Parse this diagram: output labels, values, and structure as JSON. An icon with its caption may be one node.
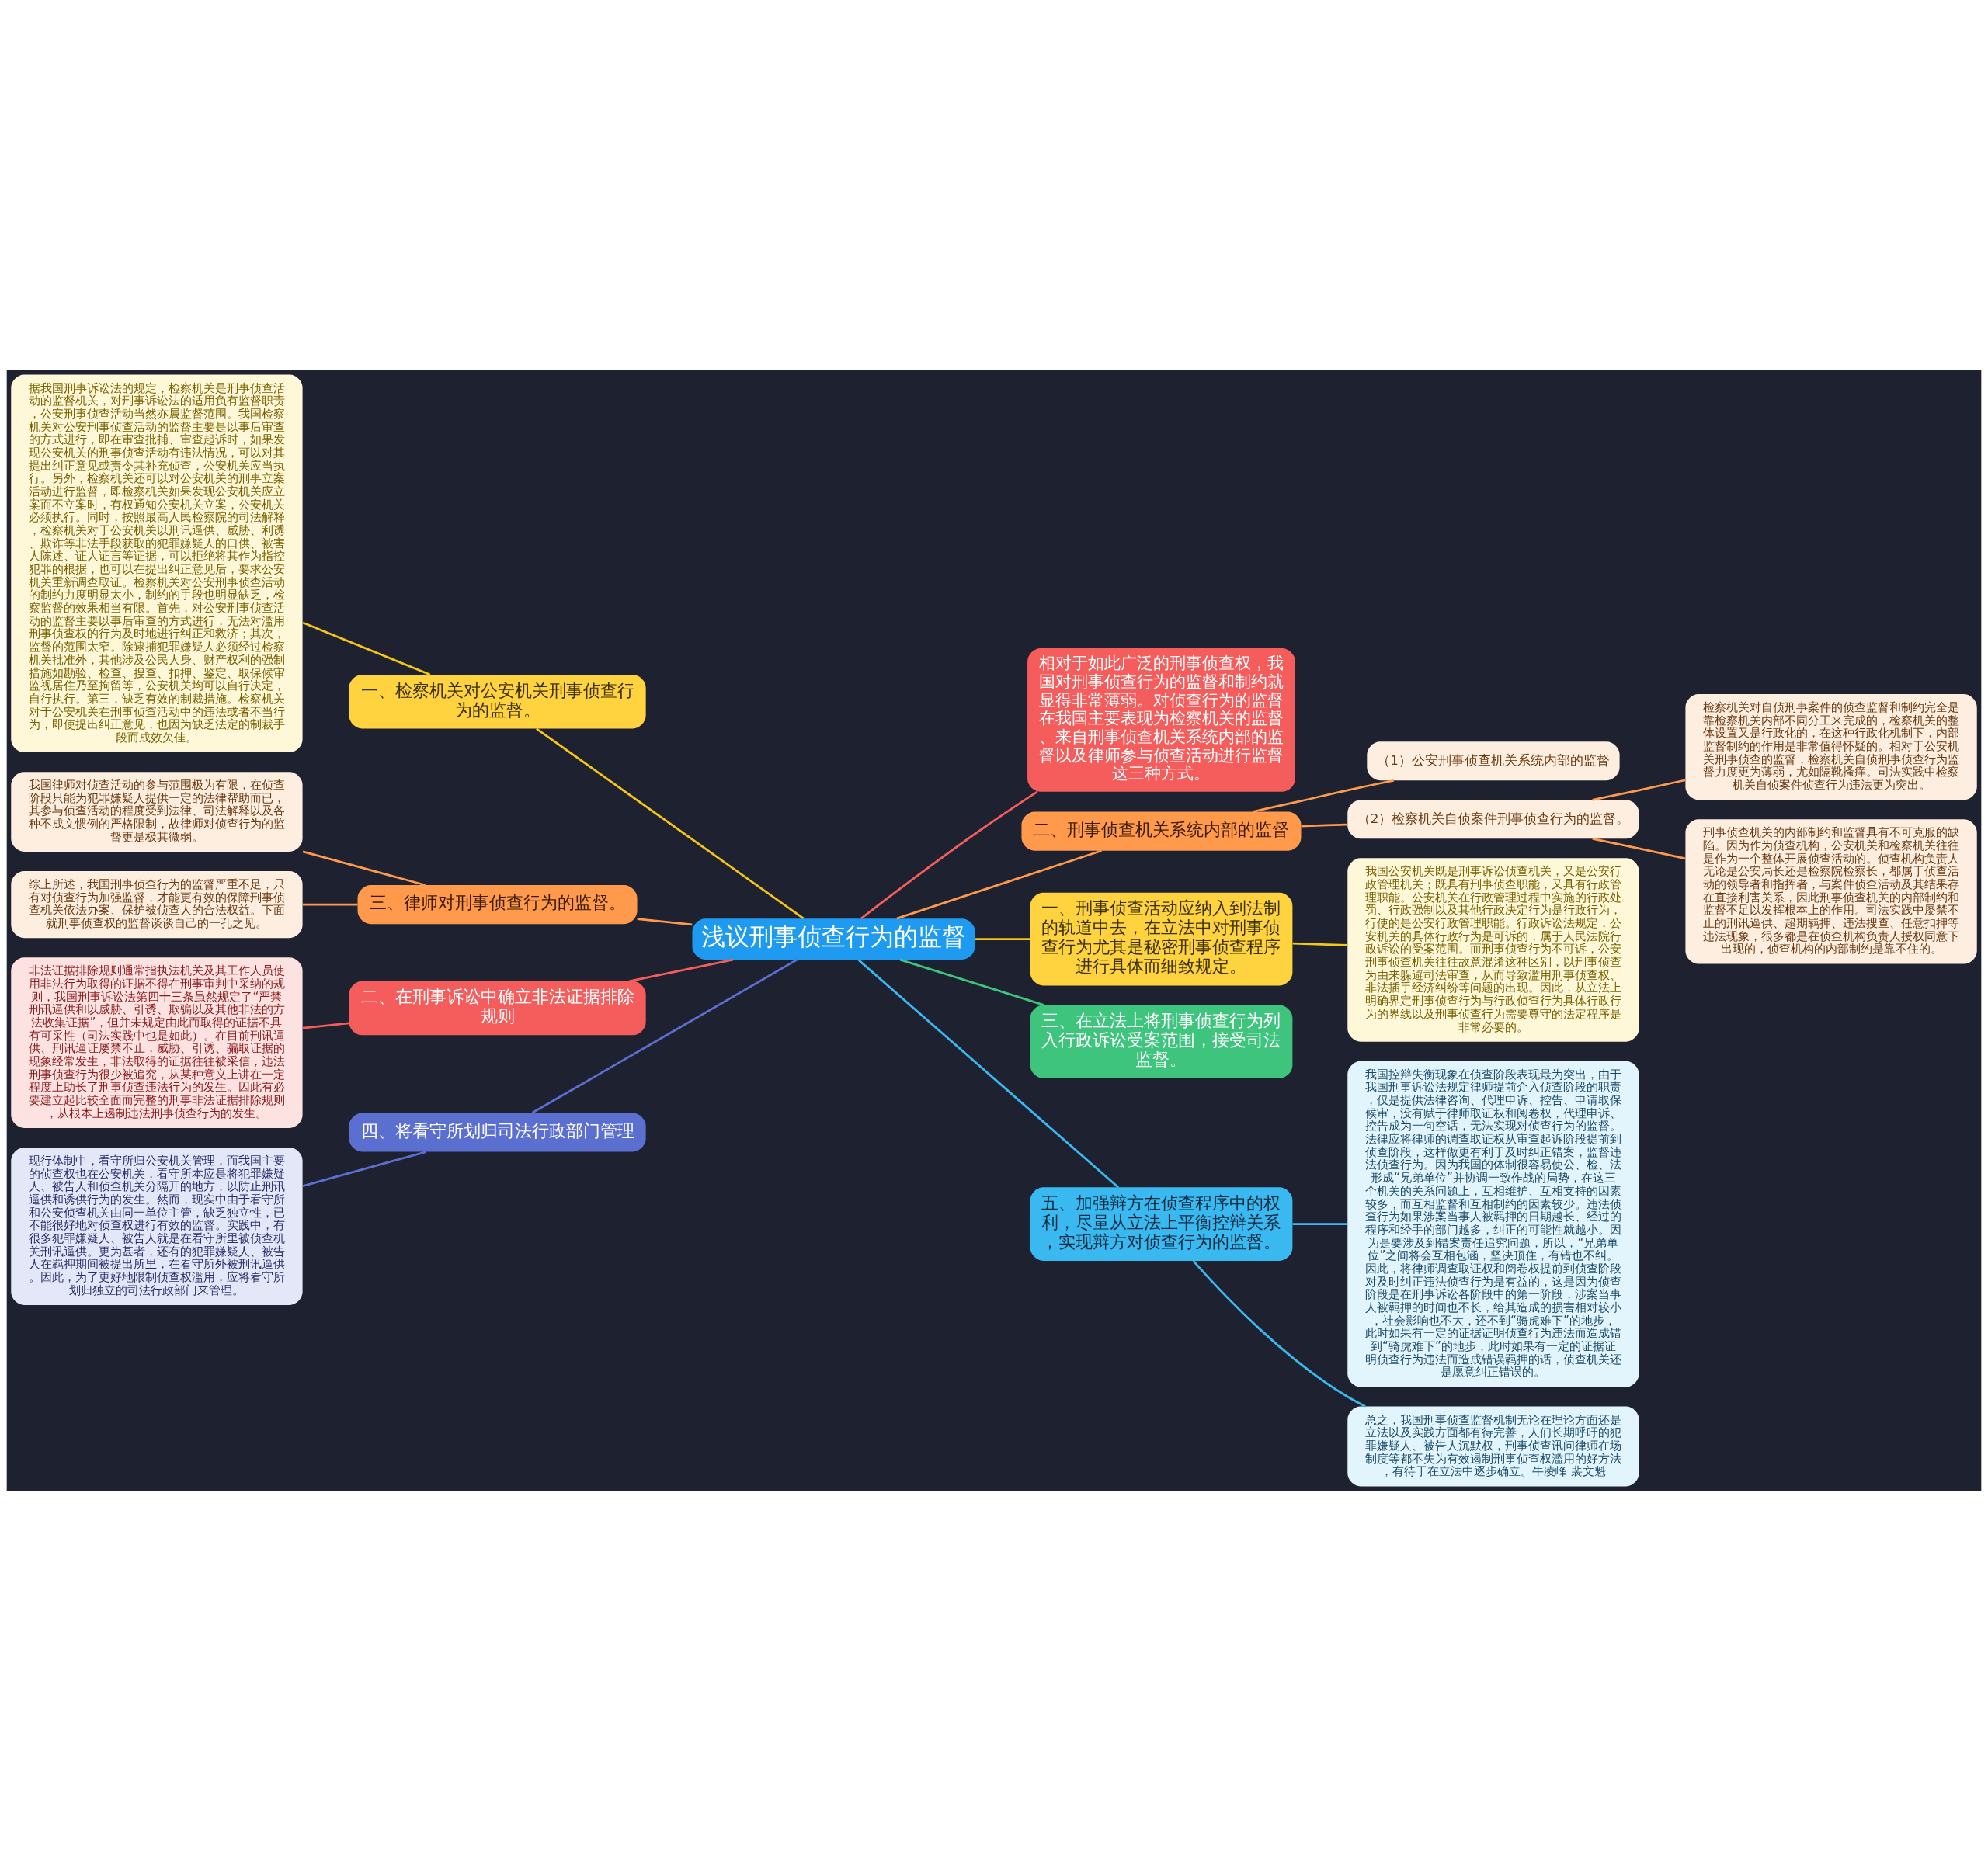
{
  "diagram": {
    "nodes": [
      {
        "text": [
          "浅议刑事侦查行为的监督"
        ]
      },
      {
        "text": [
          "一、检察机关对公安机关刑事侦查行为的监督。"
        ]
      },
      {
        "text": [
          "据我国刑事诉讼法的规定，检察机关是刑事侦查活动的监督机关，对刑事诉讼法的适用负有监督职责，公安刑事侦查活动当然亦属监督范围。我国检察机关对公安刑事侦查活动的监督主要是以事后审查的方式进行，即在审查批捕、审查起诉时，如果发现公安机关的刑事侦查活动有违法情况，可以对其提出纠正意见或责令其补充侦查，公安机关应当执行。另外，检察机关还可以对公安机关的刑事立案活动进行监督，即检察机关如果发现公安机关应立案而不立案时，有权通知公安机关立案，公安机关必须执行。同时，按照最高人民检察院的司法解释，检察机关对于公安机关以刑讯逼供、威胁、利诱、欺诈等非法手段获取的犯罪嫌疑人的口供、被害人陈述、证人证言等证据，可以拒绝将其作为指控犯罪的根据，也可以在提出纠正意见后，要求公安机关重新调查取证。检察机关对公安刑事侦查活动的制约力度明显太小，制约的手段也明显缺乏，检察监督的效果相当有限。首先，对公安刑事侦查活动的监督主要以事后审查的方式进行，无法对滥用刑事侦查权的行为及时地进行纠正和救济；其次，监督的范围太窄。除逮捕犯罪嫌疑人必须经过检察机关批准外，其他涉及公民人身、财产权利的强制措施如勘验、检查、搜查、扣押、鉴定、取保候审监视居住乃至拘留等，公安机关均可以自行决定，自行执行。第三，缺乏有效的制裁措施。检察机关对于公安机关在刑事侦查活动中的违法或者不当行为，即使提出纠正意见，也因为缺乏法定的制裁手段而成效欠佳。"
        ]
      },
      {
        "text": [
          "三、律师对刑事侦查行为的监督。"
        ]
      },
      {
        "text": [
          "我国律师对侦查活动的参与范围极为有限，在侦查阶段只能为犯罪嫌疑人提供一定的法律帮助而已，其参与侦查活动的程度受到法律、司法解释以及各种不成文惯例的严格限制，故律师对侦查行为的监督更是极其微弱。"
        ]
      },
      {
        "text": [
          "综上所述，我国刑事侦查行为的监督严重不足，只有对侦查行为加强监督，才能更有效的保障刑事侦查机关依法办案、保护被侦查人的合法权益。下面就刑事侦查权的监督谈谈自己的一孔之见。"
        ]
      },
      {
        "text": [
          "二、在刑事诉讼中确立非法证据排除规则"
        ]
      },
      {
        "text": [
          "非法证据排除规则通常指执法机关及其工作人员使用非法行为取得的证据不得在刑事审判中采纳的规则，我国刑事诉讼法第四十三条虽然规定了“严禁刑讯逼供和以威胁、引诱、欺骗以及其他非法的方法收集证据”，但并未规定由此而取得的证据不具有可采性（司法实践中也是如此）。在目前刑讯逼供、刑讯逼证屡禁不止，威胁、引诱、骗取证据的现象经常发生，非法取得的证据往往被采信，违法刑事侦查行为很少被追究，从某种意义上讲在一定程度上助长了刑事侦查违法行为的发生。因此有必要建立起比较全面而完整的刑事非法证据排除规则，从根本上遏制违法刑事侦查行为的发生。"
        ]
      },
      {
        "text": [
          "四、将看守所划归司法行政部门管理"
        ]
      },
      {
        "text": [
          "现行体制中，看守所归公安机关管理，而我国主要的侦查权也在公安机关，看守所本应是将犯罪嫌疑人、被告人和侦查机关分隔开的地方，以防止刑讯逼供和诱供行为的发生。然而，现实中由于看守所和公安侦查机关由同一单位主管，缺乏独立性，已不能很好地对侦查权进行有效的监督。实践中，有很多犯罪嫌疑人、被告人就是在看守所里被侦查机关刑讯逼供。更为甚者，还有的犯罪嫌疑人、被告人在羁押期间被提出所里，在看守所外被刑讯逼供。因此，为了更好地限制侦查权滥用，应将看守所划归独立的司法行政部门来管理。"
        ]
      },
      {
        "text": [
          "相对于如此广泛的刑事侦查权，我国对刑事侦查行为的监督和制约就显得非常薄弱。对侦查行为的监督在我国主要表现为检察机关的监督、来自刑事侦查机关系统内部的监督以及律师参与侦查活动进行监督这三种方式。"
        ]
      },
      {
        "text": [
          "二、刑事侦查机关系统内部的监督"
        ]
      },
      {
        "text": [
          "（1）公安刑事侦查机关系统内部的监督"
        ]
      },
      {
        "text": [
          "（2）检察机关自侦案件刑事侦查行为的监督。"
        ]
      },
      {
        "text": [
          "检察机关对自侦刑事案件的侦查监督和制约完全是靠检察机关内部不同分工来完成的，检察机关的整体设置又是行政化的，在这种行政化机制下，内部监督制约的作用是非常值得怀疑的。相对于公安机关刑事侦查的监督，检察机关自侦刑事侦查行为监督力度更为薄弱，尤如隔靴搔痒。司法实践中检察机关自侦案件侦查行为违法更为突出。"
        ]
      },
      {
        "text": [
          "刑事侦查机关的内部制约和监督具有不可克服的缺陷。因为作为侦查机构，公安机关和检察机关往往是作为一个整体开展侦查活动的。侦查机构负责人无论是公安局长还是检察院检察长，都属于侦查活动的领导者和指挥者，与案件侦查活动及其结果存在直接利害关系，因此刑事侦查机关的内部制约和监督不足以发挥根本上的作用。司法实践中屡禁不止的刑讯逼供、超期羁押、违法搜查、任意扣押等违法现象，很多都是在侦查机构负责人授权同意下出现的，侦查机构的内部制约是靠不住的。"
        ]
      },
      {
        "text": [
          "一、刑事侦查活动应纳入到法制的轨道中去，在立法中对刑事侦查行为尤其是秘密刑事侦查程序进行具体而细致规定。"
        ]
      },
      {
        "text": [
          "我国公安机关既是刑事诉讼侦查机关，又是公安行政管理机关；既具有刑事侦查职能，又具有行政管理职能。公安机关在行政管理过程中实施的行政处罚、行政强制以及其他行政决定行为是行政行为，行使的是公安行政管理职能。行政诉讼法规定，公安机关的具体行政行为是可诉的，属于人民法院行政诉讼的受案范围。而刑事侦查行为不可诉，公安刑事侦查机关往往故意混淆这种区别，以刑事侦查为由来躲避司法审查，从而导致滥用刑事侦查权、非法插手经济纠纷等问题的出现。因此，从立法上明确界定刑事侦查行为与行政侦查行为具体行政行为的界线以及刑事侦查行为需要尊守的法定程序是非常必要的。"
        ]
      },
      {
        "text": [
          "三、在立法上将刑事侦查行为列入行政诉讼受案范围，接受司法监督。"
        ]
      },
      {
        "text": [
          "五、加强辩方在侦查程序中的权利，尽量从立法上平衡控辩关系，实现辩方对侦查行为的监督。"
        ]
      },
      {
        "text": [
          "我国控辩失衡现象在侦查阶段表现最为突出，由于我国刑事诉讼法规定律师提前介入侦查阶段的职责，仅是提供法律咨询、代理申诉、控告、申请取保候审，没有赋于律师取证权和阅卷权，代理申诉、控告成为一句空话，无法实现对侦查行为的监督。法律应将律师的调查取证权从审查起诉阶段提前到侦查阶段，这样做更有利于及时纠正错案，监督违法侦查行为。因为我国的体制很容易使公、检、法形成“兄弟单位”并协调一致作战的局势，在这三个机关的关系问题上，互相维护、互相支持的因素较多，而互相监督和互相制约的因素较少。违法侦查行为如果涉案当事人被羁押的日期越长、经过的程序和经手的部门越多，纠正的可能性就越小。因为是要涉及到错案责任追究问题，所以，“兄弟单位”之间将会互相包涵，坚决顶住，有错也不纠。因此，将律师调查取证权和阅卷权提前到侦查阶段对及时纠正违法侦查行为是有益的，这是因为侦查阶段是在刑事诉讼各阶段中的第一阶段，涉案当事人被羁押的时间也不长，给其造成的损害相对较小，社会影响也不大，还不到“骑虎难下”的地步，此时如果有一定的证据证明侦查行为违法而造成错到“骑虎难下”的地步，此时如果有一定的证据证明侦查行为违法而造成错误羁押的话，侦查机关还是愿意纠正错误的。"
        ]
      },
      {
        "text": [
          "总之，我国刑事侦查监督机制无论在理论方面还是立法以及实践方面都有待完善，人们长期呼吁的犯罪嫌疑人、被告人沉默权，刑事侦查讯问律师在场制度等都不失为有效遏制刑事侦查权滥用的好方法，有待于在立法中逐步确立。牛凌峰 裴文魁"
        ]
      }
    ],
    "edges": [
      {
        "from": 0,
        "to": 1,
        "arrow": "none",
        "color": "#f5c518"
      },
      {
        "from": 1,
        "to": 2,
        "arrow": "none",
        "color": "#f5c518"
      },
      {
        "from": 0,
        "to": 3,
        "arrow": "none",
        "color": "#ff9a4d"
      },
      {
        "from": 3,
        "to": 4,
        "arrow": "none",
        "color": "#ff9a4d"
      },
      {
        "from": 3,
        "to": 5,
        "arrow": "none",
        "color": "#ff9a4d"
      },
      {
        "from": 0,
        "to": 6,
        "arrow": "none",
        "color": "#f55d5d"
      },
      {
        "from": 6,
        "to": 7,
        "arrow": "none",
        "color": "#f55d5d"
      },
      {
        "from": 0,
        "to": 8,
        "arrow": "none",
        "color": "#5b6fd0"
      },
      {
        "from": 8,
        "to": 9,
        "arrow": "none",
        "color": "#5b6fd0"
      },
      {
        "from": 0,
        "to": 10,
        "arrow": "none",
        "color": "#f55d5d"
      },
      {
        "from": 0,
        "to": 11,
        "arrow": "none",
        "color": "#ff9a4d"
      },
      {
        "from": 11,
        "to": 12,
        "arrow": "none",
        "color": "#ff9a4d"
      },
      {
        "from": 11,
        "to": 13,
        "arrow": "none",
        "color": "#ff9a4d"
      },
      {
        "from": 13,
        "to": 14,
        "arrow": "none",
        "color": "#ff9a4d"
      },
      {
        "from": 13,
        "to": 15,
        "arrow": "none",
        "color": "#ff9a4d"
      },
      {
        "from": 0,
        "to": 16,
        "arrow": "none",
        "color": "#f5c518"
      },
      {
        "from": 16,
        "to": 17,
        "arrow": "none",
        "color": "#f5c518"
      },
      {
        "from": 0,
        "to": 18,
        "arrow": "none",
        "color": "#3ec47d"
      },
      {
        "from": 0,
        "to": 19,
        "arrow": "none",
        "color": "#3ab8f0"
      },
      {
        "from": 19,
        "to": 20,
        "arrow": "none",
        "color": "#3ab8f0"
      },
      {
        "from": 19,
        "to": 21,
        "arrow": "none",
        "color": "#3ab8f0"
      }
    ]
  }
}
